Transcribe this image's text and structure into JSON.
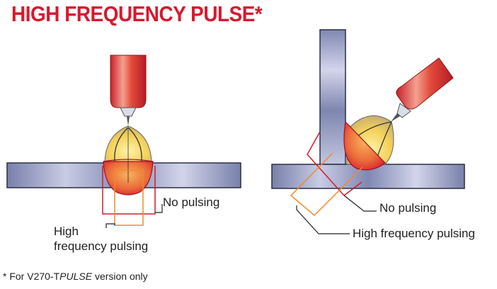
{
  "title": "HIGH FREQUENCY PULSE*",
  "left_diagram": {
    "label_no_pulsing": "No pulsing",
    "label_hf_line1": "High",
    "label_hf_line2": "frequency pulsing"
  },
  "right_diagram": {
    "label_no_pulsing": "No pulsing",
    "label_hf": "High frequency pulsing"
  },
  "footnote": {
    "prefix": "* For V270-T",
    "italic": "PULSE",
    "suffix": " version only"
  },
  "colors": {
    "title": "#d7192e",
    "plate": "#8a93bd",
    "torch": "#e2443a",
    "arc": "#f2d65a",
    "weld_no_pulse": "#d7192e",
    "weld_hf": "#f08a2c"
  }
}
